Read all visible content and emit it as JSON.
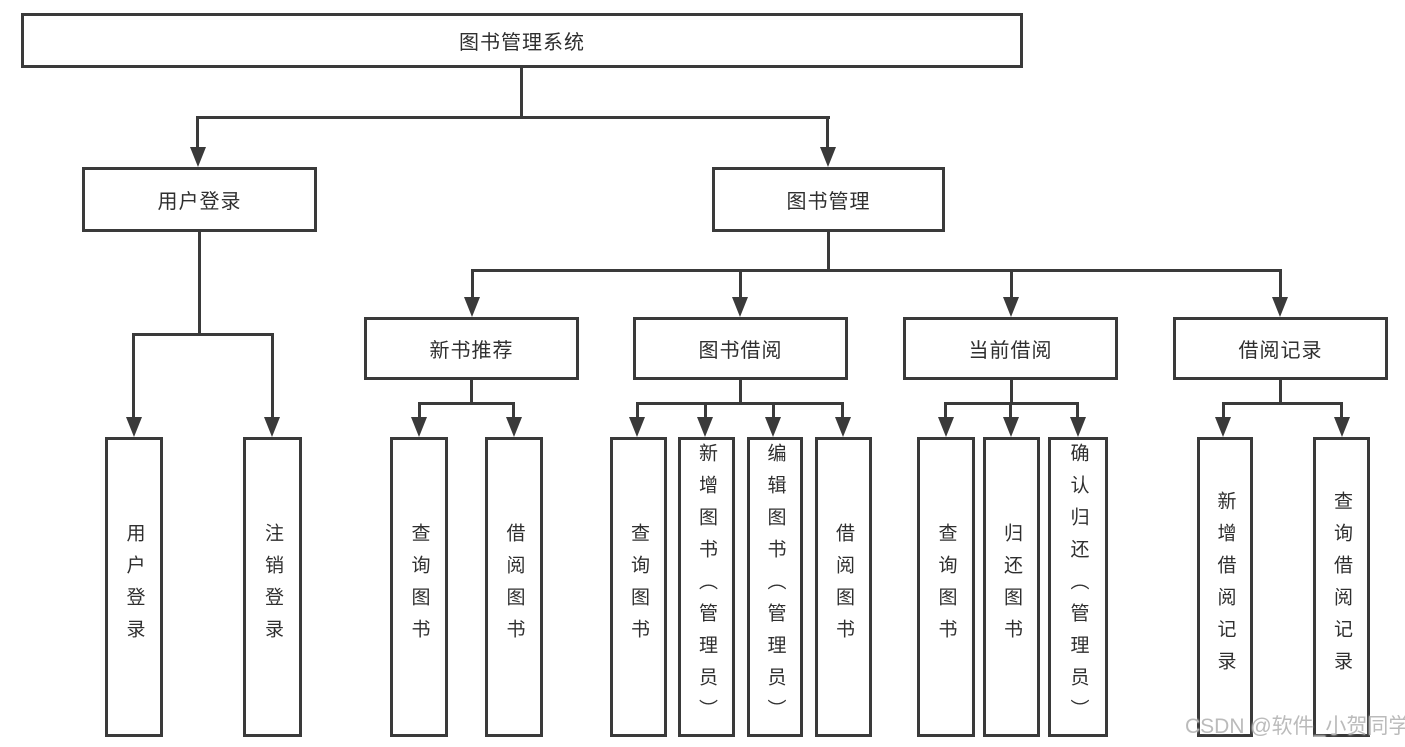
{
  "diagram": {
    "title": "图书管理系统",
    "type": "hierarchy-tree",
    "colors": {
      "line": "#3a3a3a",
      "text": "#2f2f2f",
      "box_background": "#ffffff",
      "watermark": "#b9b9b9"
    },
    "watermark": "CSDN @软件_小贺同学",
    "nodes": {
      "root": "图书管理系统",
      "user_login": "用户登录",
      "book_mgmt": "图书管理",
      "new_book": "新书推荐",
      "book_borrow": "图书借阅",
      "current_borrow": "当前借阅",
      "borrow_record": "借阅记录",
      "login_v": "用户登录",
      "logout_v": "注销登录",
      "nb_query": "查询图书",
      "nb_borrow": "借阅图书",
      "bb_query": "查询图书",
      "bb_add": "新增图书（管理员）",
      "bb_edit": "编辑图书（管理员）",
      "bb_borrow": "借阅图书",
      "cb_query": "查询图书",
      "cb_return": "归还图书",
      "cb_confirm": "确认归还（管理员）",
      "br_add": "新增借阅记录",
      "br_query": "查询借阅记录"
    },
    "hierarchy": {
      "图书管理系统": {
        "用户登录": [
          "用户登录",
          "注销登录"
        ],
        "图书管理": {
          "新书推荐": [
            "查询图书",
            "借阅图书"
          ],
          "图书借阅": [
            "查询图书",
            "新增图书（管理员）",
            "编辑图书（管理员）",
            "借阅图书"
          ],
          "当前借阅": [
            "查询图书",
            "归还图书",
            "确认归还（管理员）"
          ],
          "借阅记录": [
            "新增借阅记录",
            "查询借阅记录"
          ]
        }
      }
    }
  }
}
